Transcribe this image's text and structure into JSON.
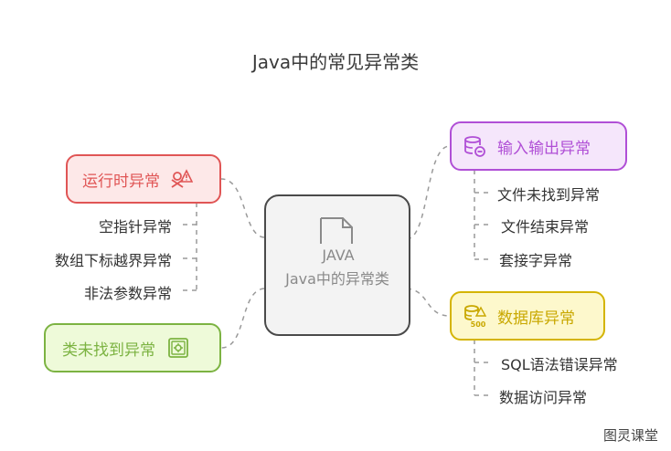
{
  "title": "Java中的常见异常类",
  "center": {
    "icon_text": "JAVA",
    "label": "Java中的异常类",
    "icon": "java-file-icon"
  },
  "branches": {
    "runtime": {
      "label": "运行时异常",
      "icon": "alert-person-icon",
      "color": "#e05555",
      "fill": "#fde8e8",
      "children": [
        "空指针异常",
        "数组下标越界异常",
        "非法参数异常"
      ]
    },
    "class_not_found": {
      "label": "类未找到异常",
      "icon": "safe-icon",
      "color": "#7cb342",
      "fill": "#eefad9",
      "children": []
    },
    "io": {
      "label": "输入输出异常",
      "icon": "database-minus-icon",
      "color": "#b04fd6",
      "fill": "#f5e6fb",
      "children": [
        "文件未找到异常",
        "文件结束异常",
        "套接字异常"
      ]
    },
    "database": {
      "label": "数据库异常",
      "icon": "database-500-icon",
      "color": "#d4b400",
      "fill": "#fdf8cc",
      "children": [
        "SQL语法错误异常",
        "数据访问异常"
      ]
    }
  },
  "footer": "图灵课堂"
}
